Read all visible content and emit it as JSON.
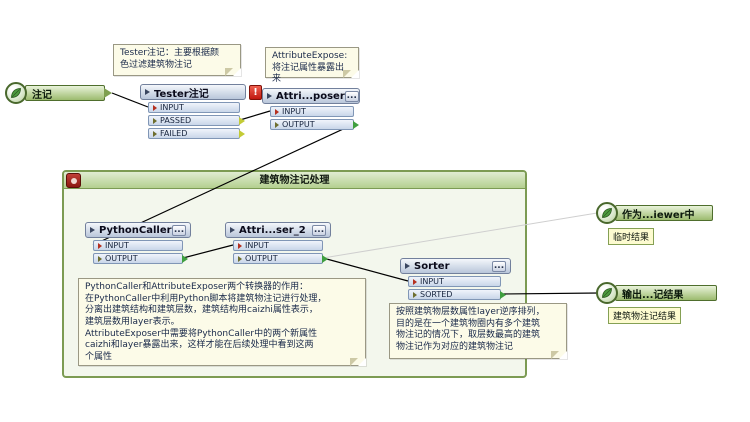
{
  "colors": {
    "node_green": "#9cbb6e",
    "transformer_blue": "#b9c6da",
    "container_border_green": "#7c9b53",
    "error_red": "#c01810",
    "note_yellow": "#fcfbe8",
    "wire_black": "#000000",
    "wire_gray": "#cfcfcf"
  },
  "icons": {
    "reader": "leaf-icon",
    "viewer": "leaf-icon",
    "writer": "leaf-icon",
    "bookmark": "bookmark-icon",
    "properties": "ellipsis-button",
    "error": "exclamation-badge",
    "collapse": "triangle-collapse-icon"
  },
  "reader": {
    "label": "注记"
  },
  "container": {
    "title": "建筑物注记处理"
  },
  "transformers": [
    {
      "label": "Tester注记",
      "badge": "!",
      "ports": [
        {
          "name": "INPUT"
        },
        {
          "name": "PASSED"
        },
        {
          "name": "FAILED"
        }
      ]
    },
    {
      "label": "Attri...poser",
      "menu": "...",
      "ports": [
        {
          "name": "INPUT"
        },
        {
          "name": "OUTPUT"
        }
      ]
    },
    {
      "label": "PythonCaller",
      "menu": "...",
      "ports": [
        {
          "name": "INPUT"
        },
        {
          "name": "OUTPUT"
        }
      ]
    },
    {
      "label": "Attri...ser_2",
      "menu": "...",
      "ports": [
        {
          "name": "INPUT"
        },
        {
          "name": "OUTPUT"
        }
      ]
    },
    {
      "label": "Sorter",
      "menu": "...",
      "ports": [
        {
          "name": "INPUT"
        },
        {
          "name": "SORTED"
        }
      ]
    }
  ],
  "terminals": [
    {
      "label": "作为...iewer中",
      "tag": "临时结果"
    },
    {
      "label": "输出...记结果",
      "tag": "建筑物注记结果"
    }
  ],
  "notes": {
    "tester_note": "Tester注记：主要根据颜\n色过滤建筑物注记",
    "exposer_note": "AttributeExpose:\n将注记属性暴露出来",
    "python_note": "PythonCaller和AttributeExposer两个转换器的作用：\n在PythonCaller中利用Python脚本将建筑物注记进行处理，\n分离出建筑结构和建筑层数，建筑结构用caizhi属性表示，\n建筑层数用layer表示。\nAttributeExposer中需要将PythonCaller中的两个新属性\ncaizhi和layer暴露出来，这样才能在后续处理中看到这两\n个属性",
    "sorter_note": "按照建筑物层数属性layer逆序排列，\n目的是在一个建筑物圈内有多个建筑\n物注记的情况下，取层数最高的建筑\n物注记作为对应的建筑物注记"
  }
}
